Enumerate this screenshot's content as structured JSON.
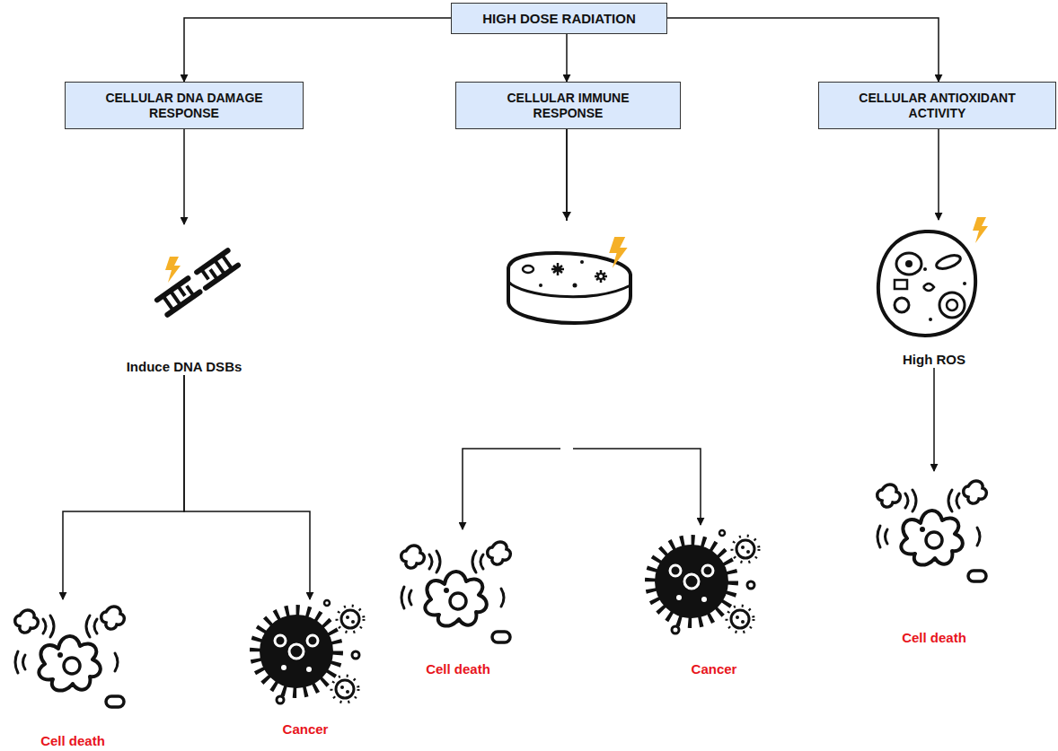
{
  "diagram": {
    "nodes": [
      {
        "text": [
          "HIGH DOSE RADIATION"
        ]
      },
      {
        "text": [
          "CELLULAR DNA DAMAGE RESPONSE"
        ]
      },
      {
        "text": [
          "CELLULAR IMMUNE RESPONSE"
        ]
      },
      {
        "text": [
          "CELLULAR ANTIOXIDANT ACTIVITY"
        ]
      },
      {
        "text": [
          "Induce DNA DSBs"
        ]
      },
      {
        "text": [
          "Cell death"
        ]
      },
      {
        "text": [
          "Cancer"
        ]
      },
      {
        "text": [
          "Cell death"
        ]
      },
      {
        "text": [
          "Cancer"
        ]
      },
      {
        "text": [
          "High ROS"
        ]
      },
      {
        "text": [
          "Cell death"
        ]
      }
    ],
    "edges": [
      {
        "from": 0,
        "to": 1,
        "arrow": "to"
      },
      {
        "from": 0,
        "to": 2,
        "arrow": "to"
      },
      {
        "from": 0,
        "to": 3,
        "arrow": "to"
      },
      {
        "from": 1,
        "to": 4,
        "arrow": "to"
      },
      {
        "from": 4,
        "to": 5,
        "arrow": "to"
      },
      {
        "from": 4,
        "to": 6,
        "arrow": "to"
      },
      {
        "from": 2,
        "to": 7,
        "arrow": "to"
      },
      {
        "from": 2,
        "to": 8,
        "arrow": "to"
      },
      {
        "from": 3,
        "to": 9,
        "arrow": "to"
      },
      {
        "from": 9,
        "to": 10,
        "arrow": "to"
      }
    ]
  }
}
